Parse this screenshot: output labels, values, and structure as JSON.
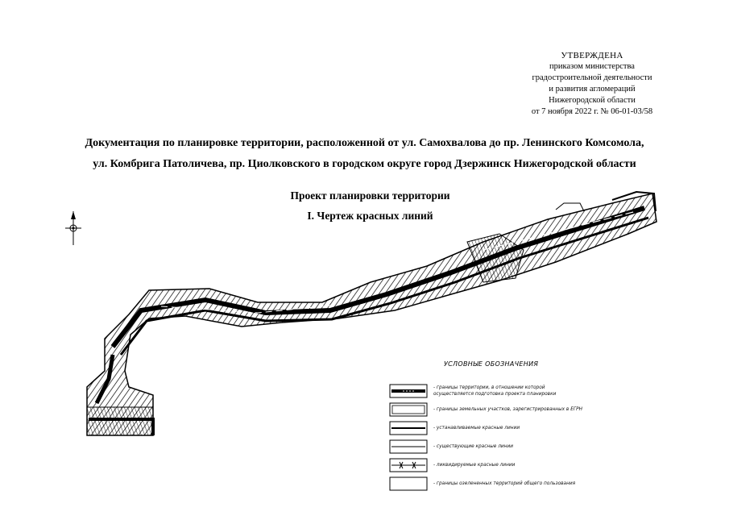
{
  "approval": {
    "heading": "УТВЕРЖДЕНА",
    "line1": "приказом министерства",
    "line2": "градостроительной деятельности",
    "line3": "и развития агломераций",
    "line4": "Нижегородской области",
    "line5": "от 7 ноября 2022 г. № 06-01-03/58"
  },
  "document": {
    "title_line1": "Документация по планировке территории, расположенной от ул. Самохвалова до пр. Ленинского Комсомола,",
    "title_line2": "ул. Комбрига Патоличева, пр. Циолковского в городском округе город Дзержинск Нижегородской области",
    "project": "Проект планировки территории",
    "sheet": "I. Чертеж красных линий"
  },
  "legend": {
    "title": "УСЛОВНЫЕ ОБОЗНАЧЕНИЯ",
    "items": [
      {
        "line1": "- границы территории, в отношении которой",
        "line2": "осуществляется подготовка проекта планировки"
      },
      {
        "line1": "- границы земельных участков, зарегистрированных в ЕГРН",
        "line2": ""
      },
      {
        "line1": "- устанавливаемые красные линии",
        "line2": ""
      },
      {
        "line1": "- существующие красные линии",
        "line2": ""
      },
      {
        "line1": "- ликвидируемые красные линии",
        "line2": ""
      },
      {
        "line1": "- границы озелененных территорий общего пользования",
        "line2": ""
      }
    ]
  }
}
